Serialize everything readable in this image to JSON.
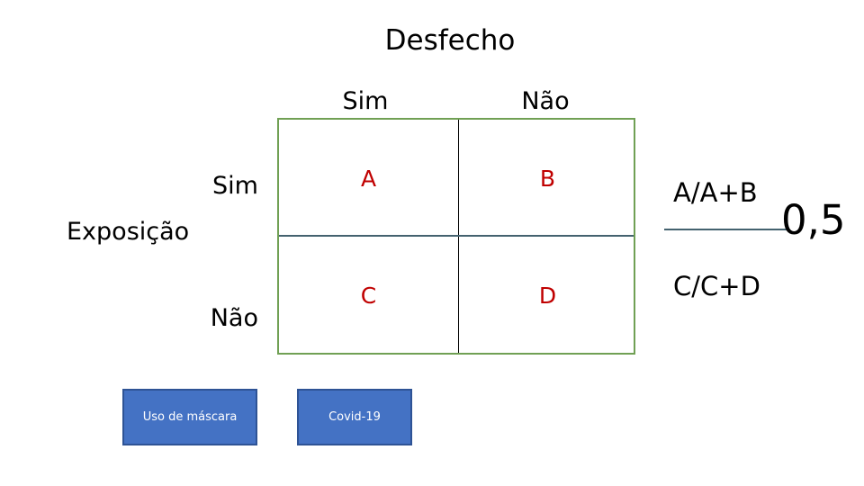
{
  "slide": {
    "title": "Desfecho",
    "table": {
      "column_headers": [
        "Sim",
        "Não"
      ],
      "row_axis_label": "Exposição",
      "row_headers": [
        "Sim",
        "Não"
      ],
      "cells": [
        [
          "A",
          "B"
        ],
        [
          "C",
          "D"
        ]
      ],
      "border_color": "#70A054",
      "cell_text_color": "#C00000",
      "row_divider_color": "#44626F",
      "column_divider_color": "#000000"
    },
    "ratio": {
      "numerator": "A/A+B",
      "denominator": "C/C+D",
      "bar_color": "#44626F",
      "result": "0,5"
    },
    "legend": {
      "boxes": [
        {
          "label": "Uso de máscara",
          "fill": "#4472C4",
          "border": "#2E5395"
        },
        {
          "label": "Covid-19",
          "fill": "#4472C4",
          "border": "#2E5395"
        }
      ]
    }
  }
}
